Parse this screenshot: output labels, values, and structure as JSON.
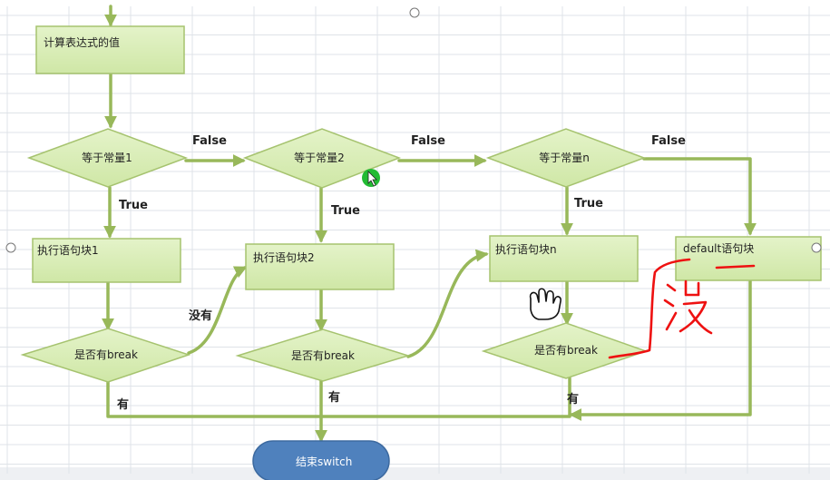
{
  "colors": {
    "box_fill": "#d7edb4",
    "box_stroke": "#a6c36f",
    "arrow": "#98b85a",
    "end_fill": "#4f81bd",
    "grid": "#dfe3e8",
    "annotation": "#ee1111",
    "cursor_dot": "#22bb33"
  },
  "nodes": {
    "calc": "计算表达式的值",
    "cond1": "等于常量1",
    "cond2": "等于常量2",
    "condn": "等于常量n",
    "exec1": "执行语句块1",
    "exec2": "执行语句块2",
    "execn": "执行语句块n",
    "default": "default语句块",
    "break1": "是否有break",
    "break2": "是否有break",
    "breakn": "是否有break",
    "end": "结束switch"
  },
  "edge_labels": {
    "false1": "False",
    "false2": "False",
    "false3": "False",
    "true1": "True",
    "true2": "True",
    "truen": "True",
    "no_break": "没有",
    "has1": "有",
    "has2": "有",
    "hasn": "有"
  },
  "annotation": {
    "handwritten": "没"
  },
  "icons": {
    "cursor": "pointer-arrow-icon",
    "hand": "hand-cursor-icon"
  }
}
